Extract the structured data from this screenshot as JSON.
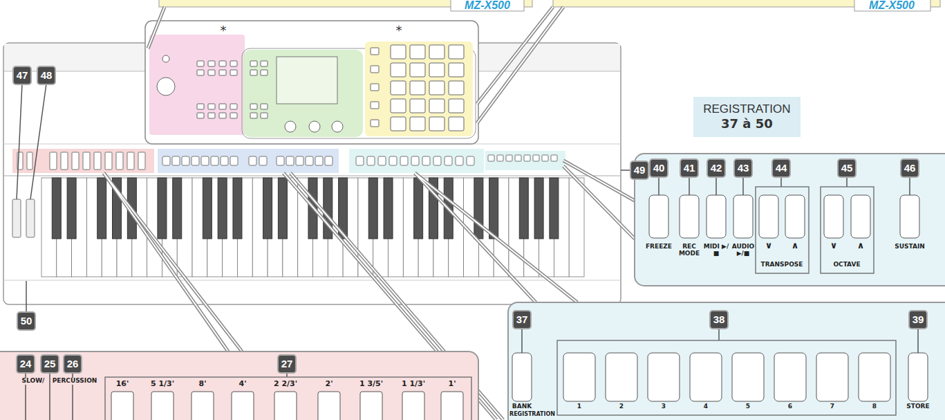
{
  "diagram": {
    "nodes": [
      {
        "text": [
          "REGISTRATION",
          "37 à 50"
        ]
      }
    ],
    "labels": [
      "MZ-X500",
      "MZ-X500",
      "47",
      "48",
      "*",
      "*",
      "49",
      "50",
      "40",
      "41",
      "42",
      "43",
      "44",
      "45",
      "46",
      "FREEZE",
      "REC MODE",
      "MIDI ▶/■",
      "AUDIO ▶/■",
      "∨",
      "∧",
      "TRANSPOSE",
      "∨",
      "∧",
      "OCTAVE",
      "SUSTAIN",
      "37",
      "38",
      "39",
      "BANK",
      "1",
      "2",
      "3",
      "4",
      "5",
      "6",
      "7",
      "8",
      "STORE",
      "REGISTRATION",
      "24",
      "25",
      "26",
      "27",
      "SLOW/",
      "PERCUSSION",
      "16'",
      "5 1/3'",
      "8'",
      "4'",
      "2 2/3'",
      "2'",
      "1 3/5'",
      "1 1/3'",
      "1'"
    ]
  }
}
